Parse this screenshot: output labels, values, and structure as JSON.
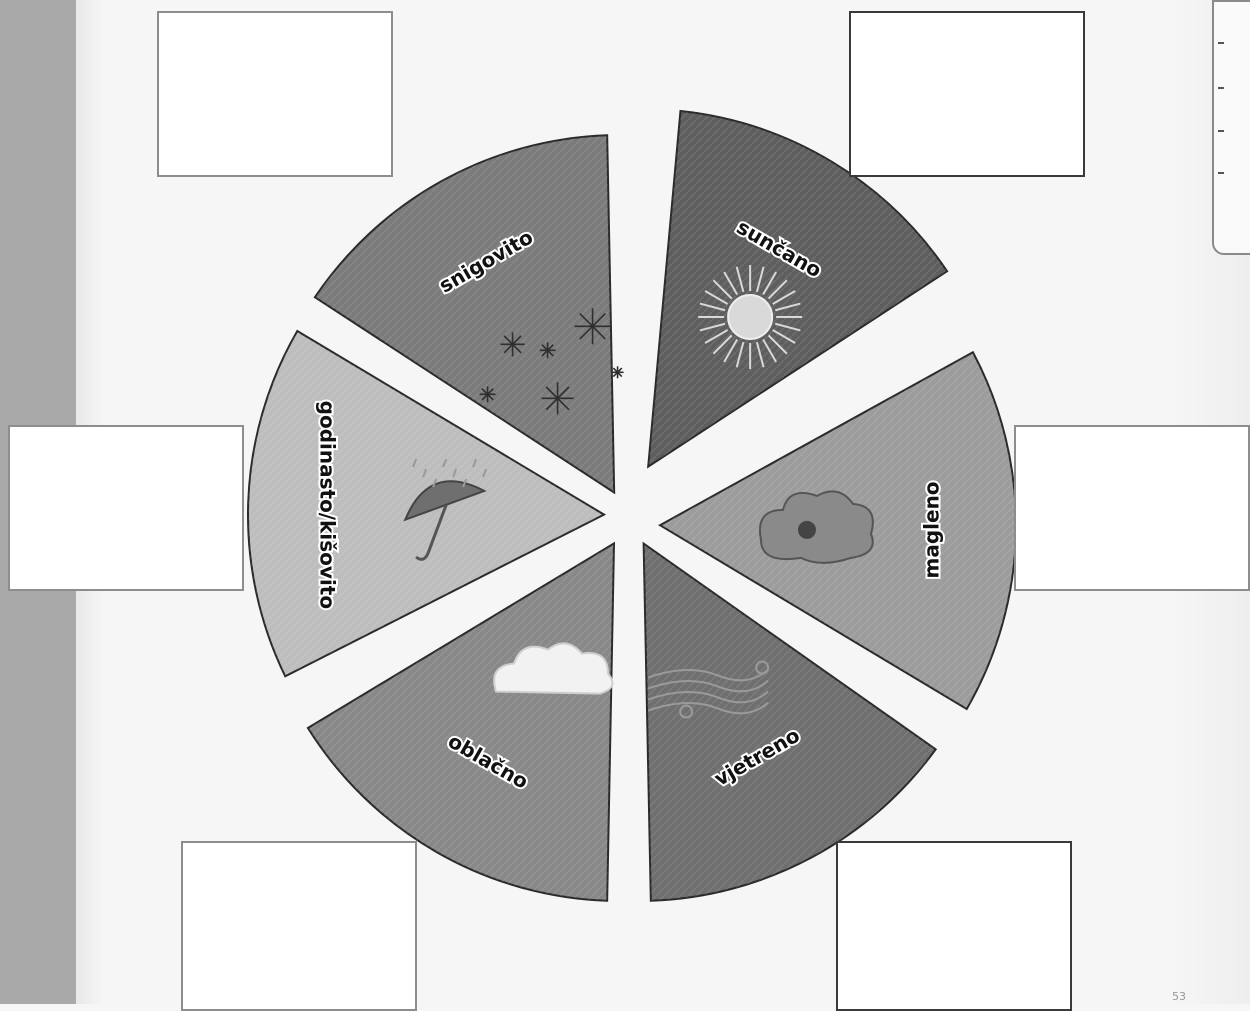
{
  "segments": [
    {
      "id": "sunny",
      "label": "sunčano",
      "icon": "sun-icon",
      "color": "#5e5e5e"
    },
    {
      "id": "foggy",
      "label": "magleno",
      "icon": "fog-cloud-icon",
      "color": "#9c9c9c"
    },
    {
      "id": "windy",
      "label": "vjetreno",
      "icon": "wind-icon",
      "color": "#6f6f6f"
    },
    {
      "id": "cloudy",
      "label": "oblačno",
      "icon": "cloud-icon",
      "color": "#888888"
    },
    {
      "id": "rainy",
      "label": "godinasto/kišovito",
      "icon": "umbrella-rain-icon",
      "color": "#bdbdbd"
    },
    {
      "id": "snowy",
      "label": "snigovito",
      "icon": "snowflakes-icon",
      "color": "#7b7b7b"
    }
  ],
  "answer_boxes": [
    {
      "id": "answer-box-top-left",
      "value": ""
    },
    {
      "id": "answer-box-top-right",
      "value": ""
    },
    {
      "id": "answer-box-middle-left",
      "value": ""
    },
    {
      "id": "answer-box-middle-right",
      "value": ""
    },
    {
      "id": "answer-box-bottom-left",
      "value": ""
    },
    {
      "id": "answer-box-bottom-right",
      "value": ""
    }
  ],
  "page_number": "53"
}
